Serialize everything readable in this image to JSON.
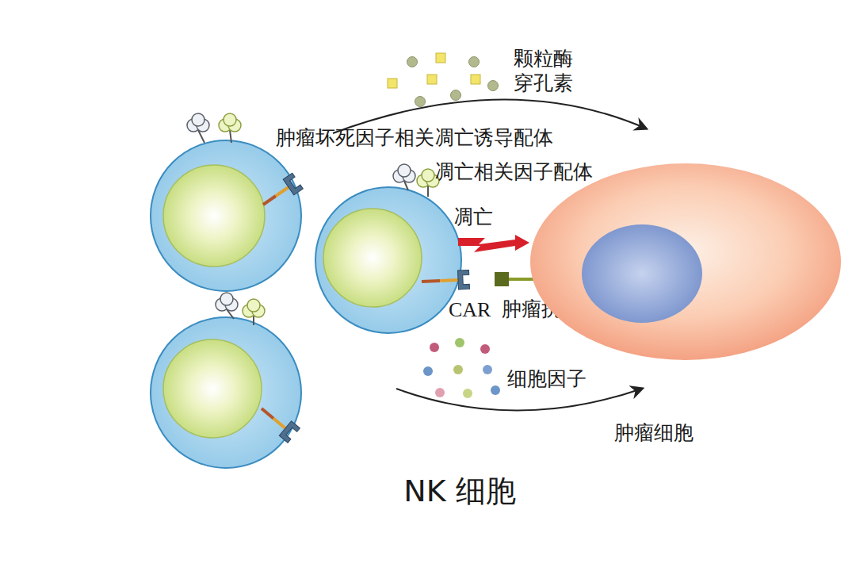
{
  "diagram": {
    "caption": "NK 细胞",
    "nodes": [
      {
        "text": [
          "肿瘤细胞"
        ]
      }
    ],
    "labels": [
      "颗粒酶",
      "穿孔素",
      "肿瘤坏死因子相关凋亡诱导配体",
      "凋亡相关因子配体",
      "凋亡",
      "CAR",
      "肿瘤抗原",
      "细胞因子"
    ]
  }
}
